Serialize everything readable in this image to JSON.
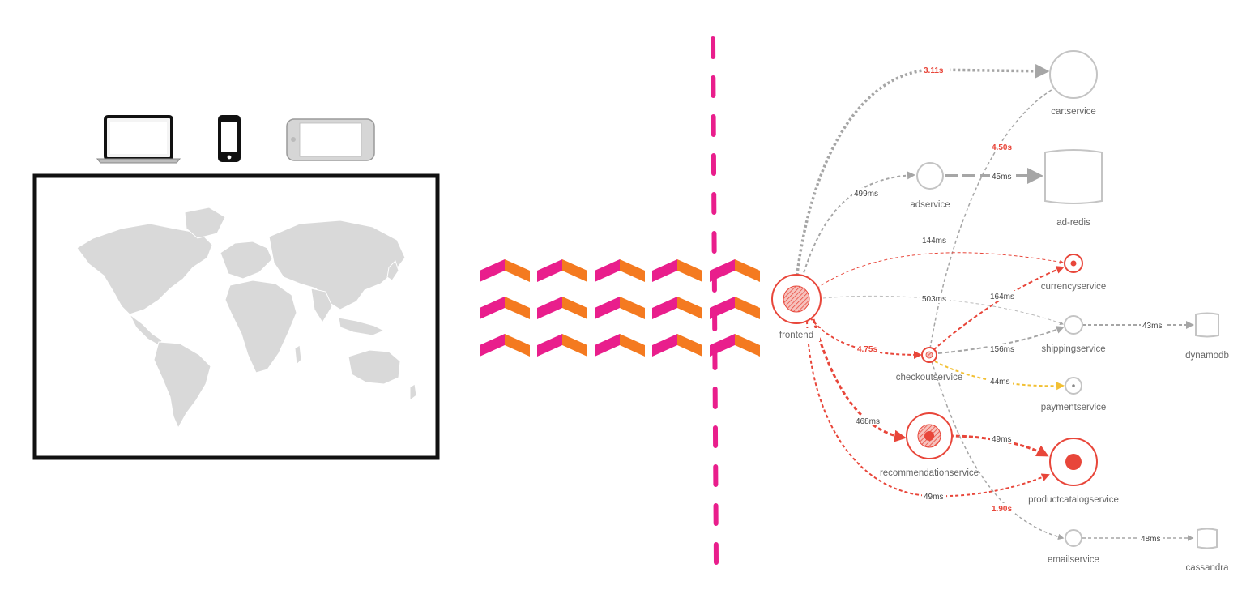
{
  "colors": {
    "divider": "#e91e8c",
    "chevron_pink": "#e91e8c",
    "chevron_orange": "#f47a20",
    "edge_gray": "#a6a6a6",
    "edge_red": "#e8463a",
    "edge_yellow": "#f2c034",
    "node_gray": "#c4c4c4",
    "node_red": "#e8463a",
    "map_land": "#d9d9d9",
    "frame": "#111111"
  },
  "devices": [
    {
      "name": "laptop-icon"
    },
    {
      "name": "smartphone-icon"
    },
    {
      "name": "tablet-icon"
    }
  ],
  "nodes": {
    "frontend": {
      "label": "frontend"
    },
    "cartservice": {
      "label": "cartservice"
    },
    "adservice": {
      "label": "adservice"
    },
    "ad_redis": {
      "label": "ad-redis"
    },
    "currencyservice": {
      "label": "currencyservice"
    },
    "shippingservice": {
      "label": "shippingservice"
    },
    "dynamodb": {
      "label": "dynamodb"
    },
    "checkoutservice": {
      "label": "checkoutservice"
    },
    "paymentservice": {
      "label": "paymentservice"
    },
    "recommendationservice": {
      "label": "recommendationservice"
    },
    "productcatalogservice": {
      "label": "productcatalogservice"
    },
    "emailservice": {
      "label": "emailservice"
    },
    "cassandra": {
      "label": "cassandra"
    }
  },
  "edges": {
    "frontend_cart": "3.11s",
    "frontend_ad": "499ms",
    "ad_redis": "45ms",
    "checkout_cart": "4.50s",
    "frontend_currency": "144ms",
    "checkout_currency": "164ms",
    "frontend_shipping": "503ms",
    "checkout_shipping": "156ms",
    "shipping_dynamo": "43ms",
    "frontend_checkout": "4.75s",
    "checkout_payment": "44ms",
    "frontend_recommendation": "468ms",
    "recommendation_productcatalog": "49ms",
    "frontend_productcatalog": "49ms",
    "checkout_email": "1.90s",
    "email_cassandra": "48ms"
  }
}
